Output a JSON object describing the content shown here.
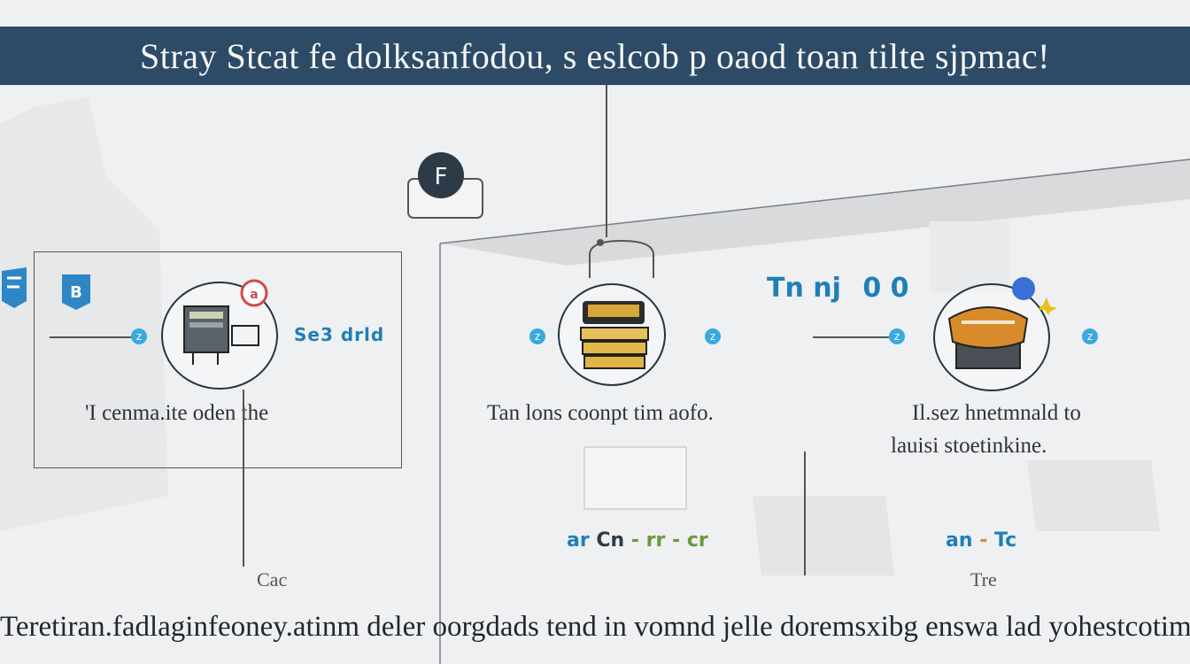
{
  "banner": {
    "title": "Stray Stcat fe dolksanfodou, s eslcob p oaod toan tilte sjpmac!"
  },
  "step1": {
    "icon_letter": "F",
    "side_label": "Se3 drld",
    "caption": "'I cenma.ite oden the",
    "footer": "Cac"
  },
  "step2": {
    "caption": "Tan lons coonpt tim aofo.",
    "footer_parts": [
      "ar",
      "Cn",
      "-",
      "rr",
      "-",
      "cr"
    ]
  },
  "step3": {
    "top_label": "Tn nj",
    "top_label_b": "0 0",
    "caption_line1": "Il.sez hnetmnald to",
    "caption_line2": "lauisi stoetinkine.",
    "footer_parts": [
      "an",
      "-",
      "Tc"
    ],
    "footer_sub": "Tre"
  },
  "bottom": {
    "text": "Teretiran.fadlaginfeoney.atinm deler oorgdads tend in vomnd jelle doremsxibg enswa lad yohestcotim"
  },
  "colors": {
    "banner": "#2d4a66",
    "accent_blue": "#1f7fb8",
    "accent_green": "#6a9a3a",
    "accent_orange": "#d98a2b"
  }
}
